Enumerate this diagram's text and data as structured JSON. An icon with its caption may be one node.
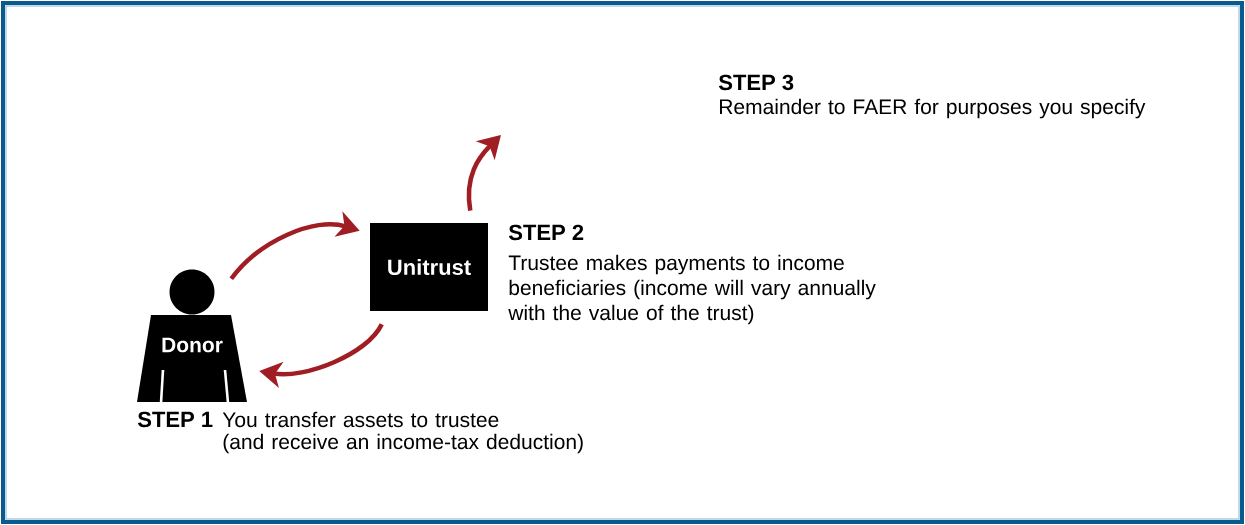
{
  "diagram": {
    "nodes": [
      {
        "text": [
          "Donor"
        ],
        "beside": [
          "STEP 1",
          "You transfer assets to trustee (and receive an income-tax deduction)"
        ]
      },
      {
        "text": [
          "Unitrust"
        ],
        "beside": [
          "STEP 2",
          "Trustee makes payments to income beneficiaries (income will vary annually with the value of the trust)"
        ]
      }
    ],
    "edges": [
      {
        "from": 0,
        "to": 1,
        "arrow": "to"
      },
      {
        "from": 1,
        "to": 0,
        "arrow": "to"
      },
      {
        "from": 1,
        "to": null,
        "arrow": "to"
      }
    ],
    "labels": [
      "STEP 3",
      "Remainder to FAER for purposes you specify"
    ]
  }
}
